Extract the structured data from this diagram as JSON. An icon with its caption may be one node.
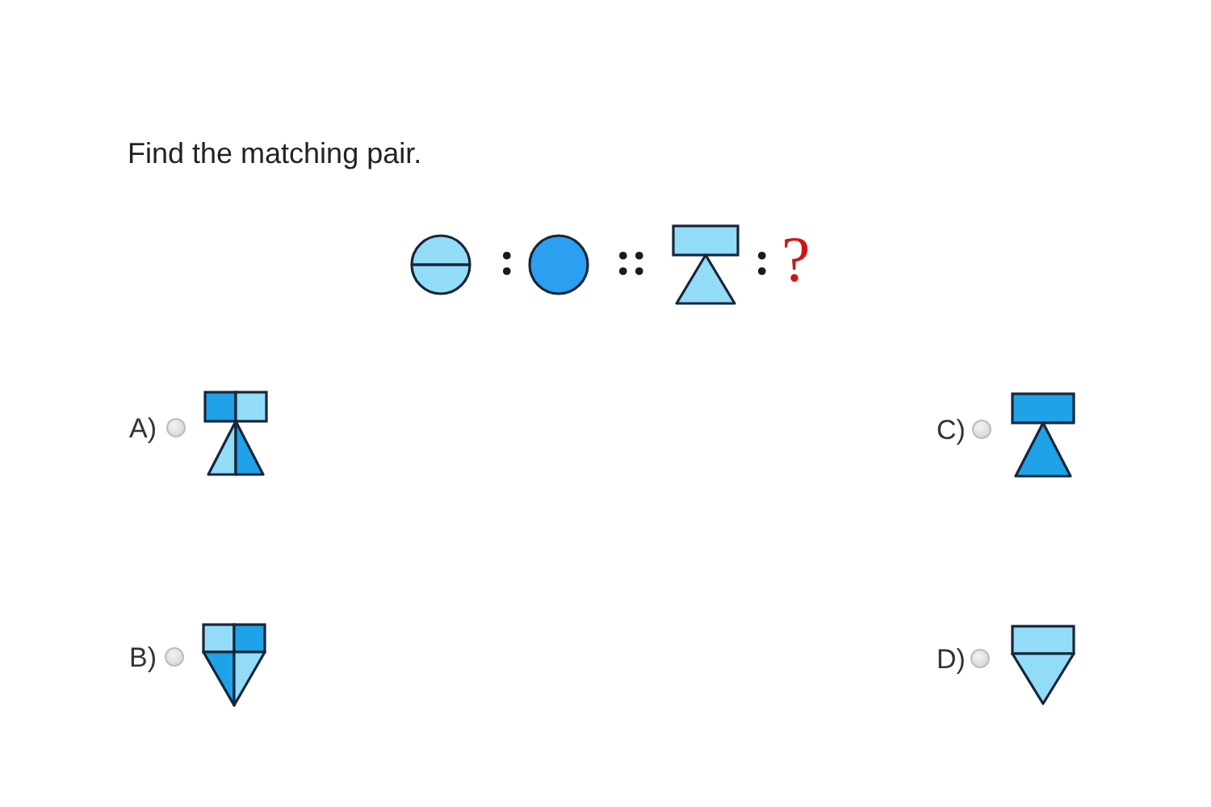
{
  "diagram": {
    "title": "Find the matching pair.",
    "labels": [
      ":",
      "::",
      ":",
      "?",
      "A)",
      "C)",
      "B)",
      "D)"
    ]
  }
}
